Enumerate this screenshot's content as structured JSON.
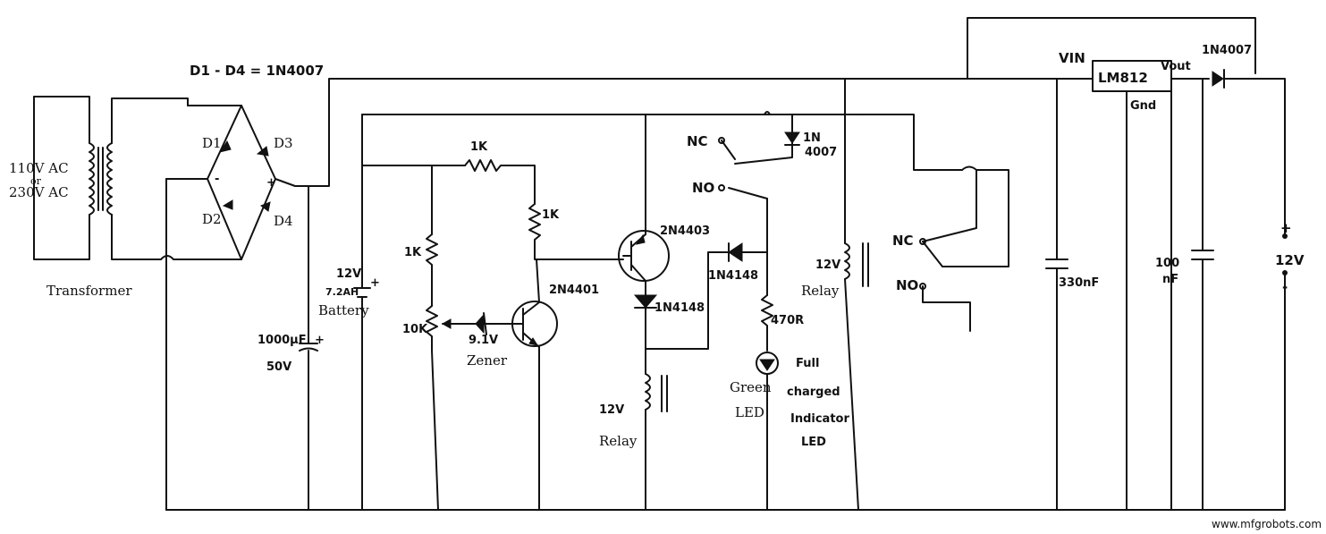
{
  "labels": {
    "ac_in_1": "110V AC",
    "ac_in_or": "or",
    "ac_in_2": "230V AC",
    "transformer": "Transformer",
    "bridge_note": "D1 - D4 = 1N4007",
    "d1": "D1",
    "d2": "D2",
    "d3": "D3",
    "d4": "D4",
    "minus": "-",
    "plus": "+",
    "cap_main": "1000µF",
    "cap_main_v": "50V",
    "battery_v": "12V",
    "battery_ah": "7.2AH",
    "battery": "Battery",
    "r_1k_top": "1K",
    "r_1k_base": "1K",
    "r_1k_left": "1K",
    "pot_10k": "10K",
    "zener_v": "9.1V",
    "zener": "Zener",
    "q1": "2N4401",
    "q2": "2N4403",
    "diode_1n4148_a": "1N4148",
    "diode_1n4148_b": "1N4148",
    "relay1_v": "12V",
    "relay1": "Relay",
    "nc1": "NC",
    "no1": "NO",
    "diode_1n4007_a": "1N",
    "diode_1n4007_b": "4007",
    "r_470": "470R",
    "green": "Green",
    "led": "LED",
    "full": "Full",
    "charged": "charged",
    "indicator": "Indicator",
    "led2": "LED",
    "relay2_v": "12V",
    "relay2": "Relay",
    "nc2": "NC",
    "no2": "NO",
    "vin": "VIN",
    "vout": "Vout",
    "reg": "LM812",
    "gnd": "Gnd",
    "diode_out": "1N4007",
    "cap_330": "330nF",
    "cap_100_a": "100",
    "cap_100_b": "nF",
    "out_plus": "+",
    "out_v": "12V",
    "out_minus": "-",
    "watermark": "www.mfgrobots.com"
  }
}
